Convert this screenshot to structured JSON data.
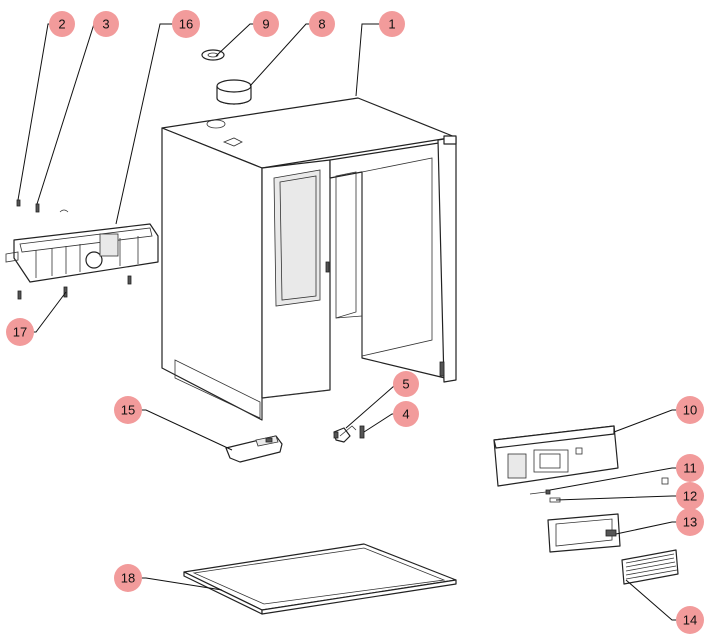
{
  "callouts": [
    {
      "id": "1"
    },
    {
      "id": "2"
    },
    {
      "id": "3"
    },
    {
      "id": "4"
    },
    {
      "id": "5"
    },
    {
      "id": "8"
    },
    {
      "id": "9"
    },
    {
      "id": "10"
    },
    {
      "id": "11"
    },
    {
      "id": "12"
    },
    {
      "id": "13"
    },
    {
      "id": "14"
    },
    {
      "id": "15"
    },
    {
      "id": "16"
    },
    {
      "id": "17"
    },
    {
      "id": "18"
    }
  ],
  "colors": {
    "callout_fill": "#f29b9b",
    "line": "#222222",
    "background": "#ffffff"
  }
}
